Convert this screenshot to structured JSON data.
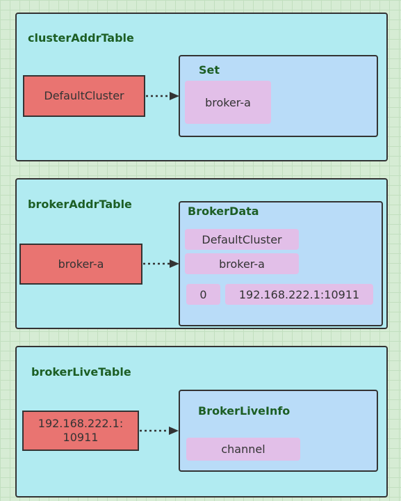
{
  "panels": [
    {
      "title": "clusterAddrTable",
      "key": "DefaultCluster",
      "value_title": "Set",
      "items": [
        "broker-a"
      ]
    },
    {
      "title": "brokerAddrTable",
      "key": "broker-a",
      "value_title": "BrokerData",
      "items": [
        "DefaultCluster",
        "broker-a",
        "0",
        "192.168.222.1:10911"
      ]
    },
    {
      "title": "brokerLiveTable",
      "key_line1": "192.168.222.1:",
      "key_line2": "10911",
      "value_title": "BrokerLiveInfo",
      "items": [
        "channel"
      ]
    }
  ],
  "colors": {
    "panel_fill": "#b1ebf1",
    "key_fill": "#e97471",
    "value_fill": "#b9dcf8",
    "item_fill": "#e2bfe8",
    "title_text": "#1c5e24",
    "background": "#d6ecd4"
  }
}
